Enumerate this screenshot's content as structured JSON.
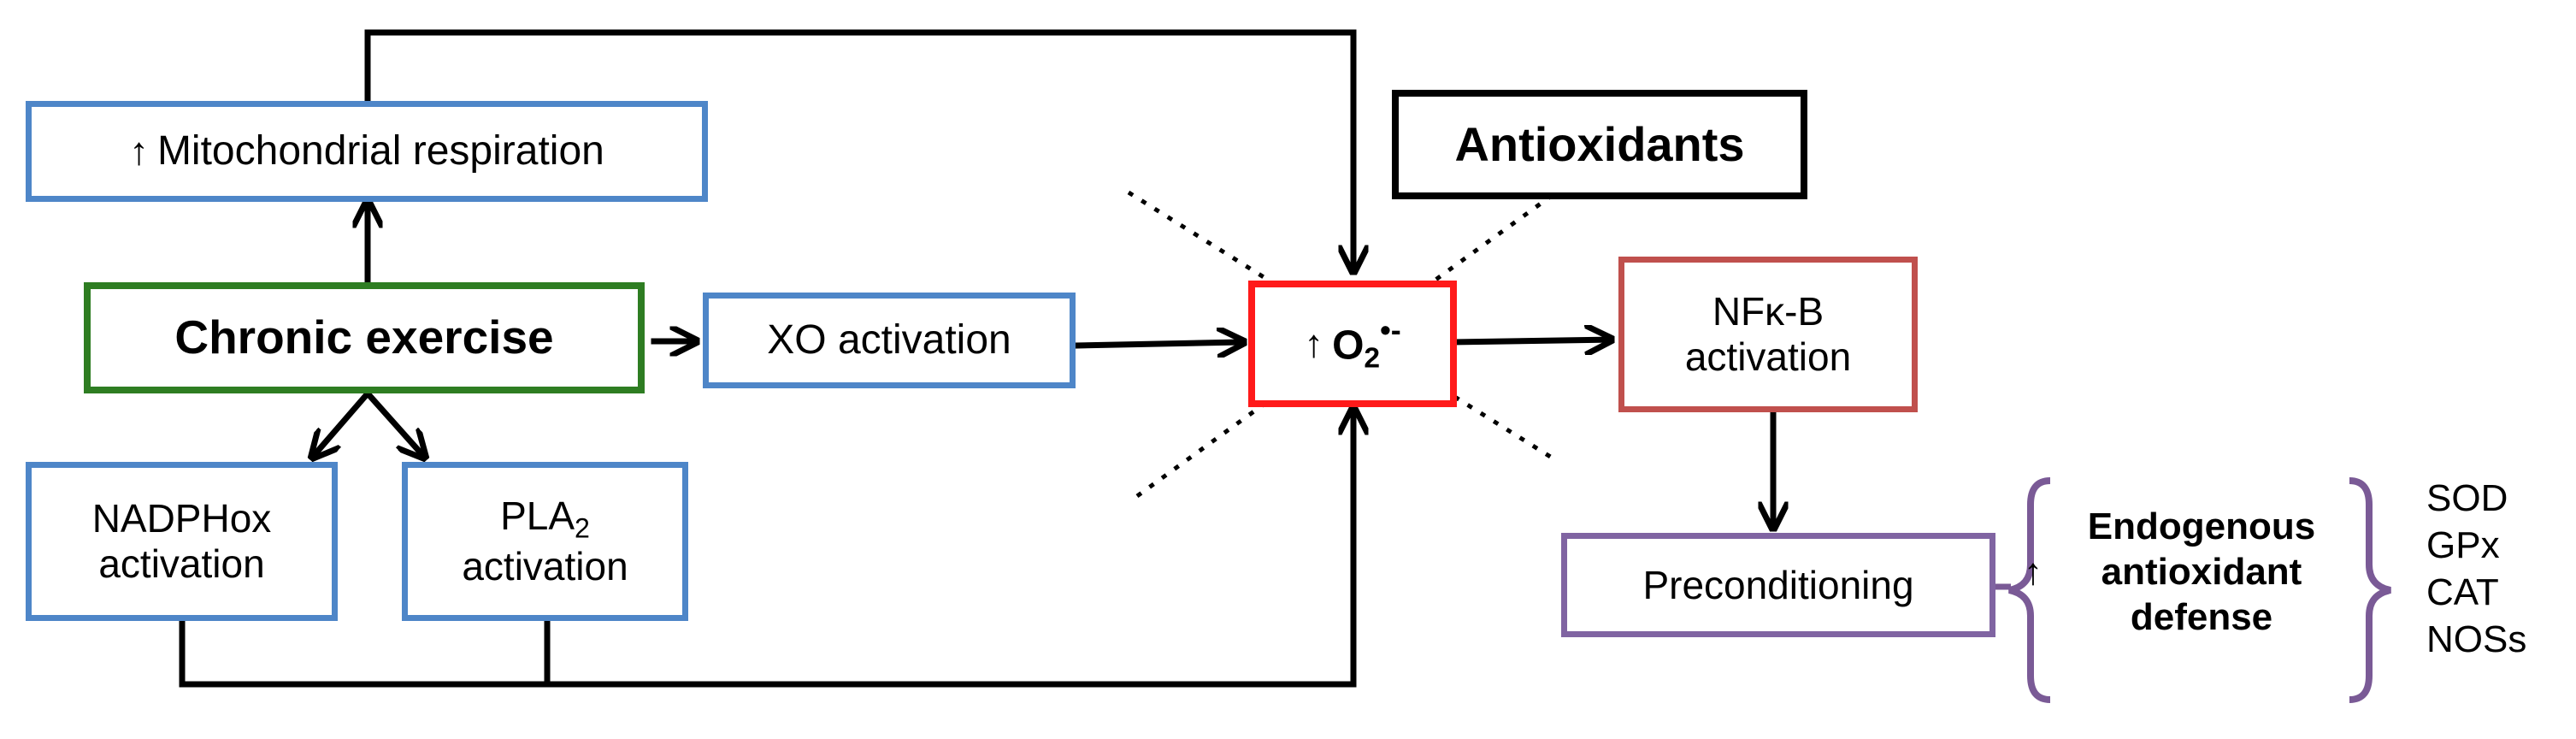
{
  "nodes": {
    "mito": "Mitochondrial respiration",
    "chronic": "Chronic exercise",
    "xo": "XO activation",
    "nadph_line1": "NADPHox",
    "nadph_line2": "activation",
    "pla_main": "PLA",
    "pla_sub": "2",
    "pla_line2": "activation",
    "antioxidants": "Antioxidants",
    "o2_main": "O",
    "o2_sub": "2",
    "o2_sup": "•-",
    "nfkb_line1": "NFκ-B",
    "nfkb_line2": "activation",
    "precond": "Preconditioning",
    "endo_line1": "Endogenous",
    "endo_line2": "antioxidant",
    "endo_line3": "defense"
  },
  "enzymes": [
    "SOD",
    "GPx",
    "CAT",
    "NOSs"
  ],
  "icons": {
    "increase": "up-arrow-icon"
  },
  "colors": {
    "blue_border": "#4e86c8",
    "green_border": "#2e7d22",
    "red_border": "#ff1a1a",
    "dark_red_border": "#c0504d",
    "purple_border": "#8064a2"
  }
}
